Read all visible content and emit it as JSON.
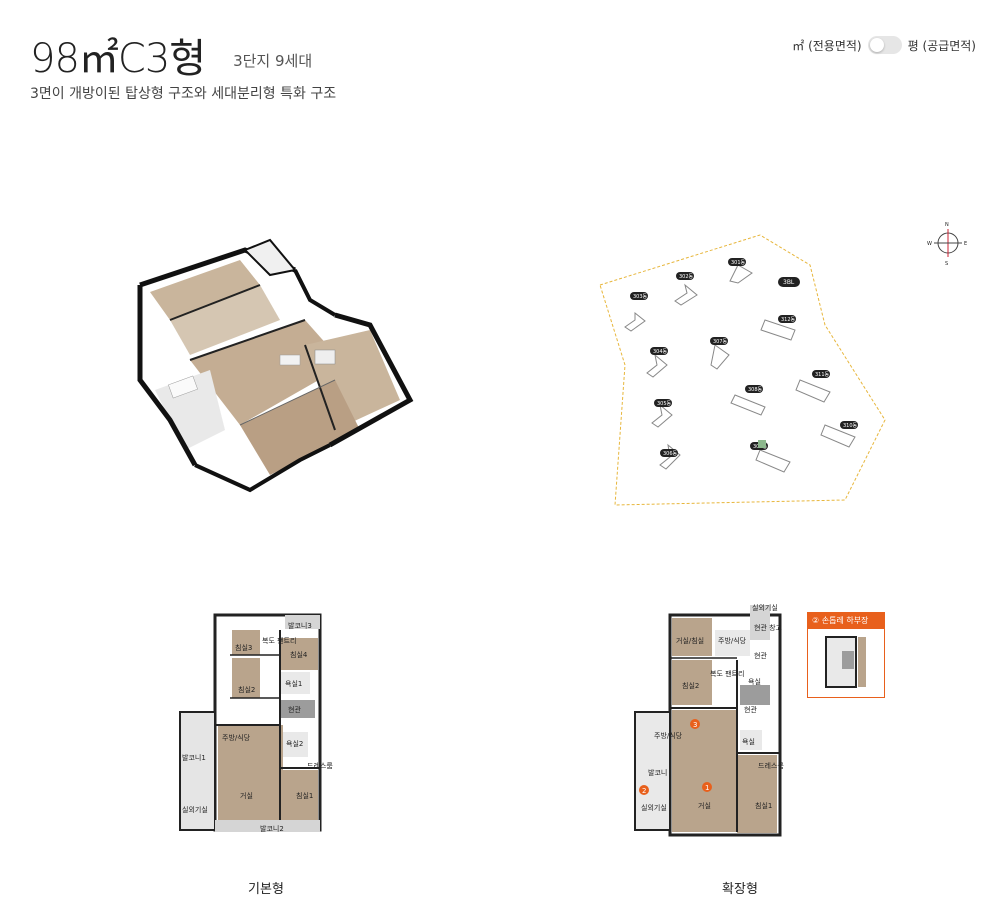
{
  "header": {
    "type_name": "98㎡C3형",
    "complex_info": "3단지 9세대",
    "description": "3면이 개방이된 탑상형 구조와 세대분리형 특화 구조"
  },
  "unit_toggle": {
    "left_label": "㎡ (전용면적)",
    "right_label": "평 (공급면적)"
  },
  "site_map": {
    "buildings": [
      "301동",
      "302동",
      "303동",
      "304동",
      "305동",
      "306동",
      "307동",
      "308동",
      "309동",
      "310동",
      "311동",
      "312동"
    ],
    "badge": "3BL"
  },
  "compass": {
    "n": "N",
    "s": "S",
    "e": "E",
    "w": "W"
  },
  "basic_plan": {
    "caption": "기본형",
    "rooms": [
      "발코니3",
      "침실3",
      "복도 팬트리",
      "침실4",
      "침실2",
      "욕실1",
      "현관",
      "주방/식당",
      "욕실2",
      "드레스룸",
      "발코니1",
      "거실",
      "침실1",
      "실외기실",
      "발코니2"
    ]
  },
  "extended_plan": {
    "caption": "확장형",
    "rooms": [
      "실외기실",
      "거실/침실",
      "주방/식당",
      "현관 창고",
      "현관",
      "침실2",
      "복도 팬트리",
      "욕실",
      "현관",
      "주방/식당",
      "욕실",
      "드레스룸",
      "발코니",
      "거실",
      "침실1",
      "실외기실"
    ],
    "markers": [
      "1",
      "2",
      "3"
    ]
  },
  "inset": {
    "label": "② 손톱레 하부장"
  },
  "colors": {
    "accent": "#e8601c",
    "wall": "#1a1a1a",
    "floor": "#b9a48c"
  }
}
